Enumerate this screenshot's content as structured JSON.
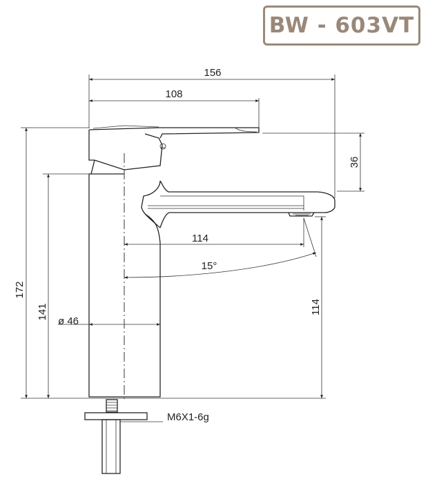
{
  "model": {
    "code": "BW - 603VT",
    "border_color": "#9a8878"
  },
  "dimensions": {
    "overall_length": "156",
    "handle_length": "108",
    "handle_height": "36",
    "spout_reach": "114",
    "swivel_angle": "15°",
    "total_height": "172",
    "body_height": "141",
    "spout_height": "114",
    "body_diameter": "ø 46",
    "thread": "M6X1-6g"
  }
}
